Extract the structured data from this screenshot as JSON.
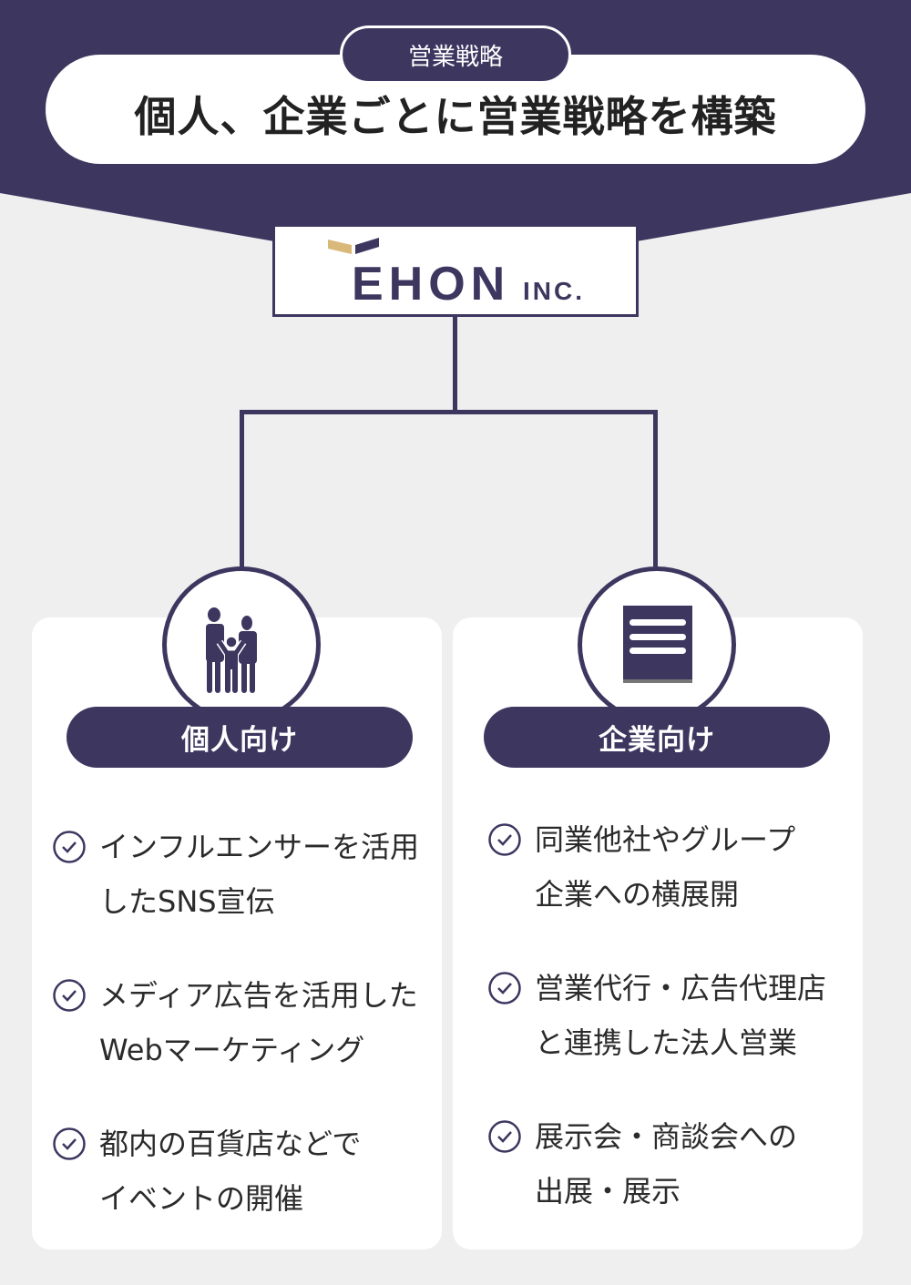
{
  "header": {
    "tag": "営業戦略",
    "title": "個人、企業ごとに営業戦略を構築"
  },
  "logo": {
    "name": "EHON",
    "suffix": "INC."
  },
  "colors": {
    "primary": "#3d3760",
    "accent": "#d9b97a",
    "background": "#efefef"
  },
  "individual": {
    "icon": "family-icon",
    "label": "個人向け",
    "items": [
      [
        "インフルエンサーを活用",
        "したSNS宣伝"
      ],
      [
        "メディア広告を活用した",
        "Webマーケティング"
      ],
      [
        "都内の百貨店などで",
        "イベントの開催"
      ]
    ]
  },
  "corporate": {
    "icon": "document-icon",
    "label": "企業向け",
    "items": [
      [
        "同業他社やグループ",
        "企業への横展開"
      ],
      [
        "営業代行・広告代理店",
        "と連携した法人営業"
      ],
      [
        "展示会・商談会への",
        "出展・展示"
      ]
    ]
  }
}
